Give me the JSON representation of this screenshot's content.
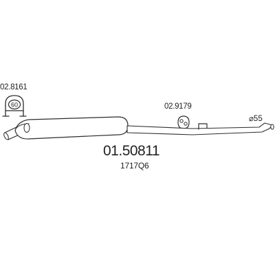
{
  "parts": {
    "clamp_code": "02.8161",
    "clamp_size": "60",
    "hanger_code": "02.9179",
    "pipe_diameter": "⌀55",
    "part_number": "01.50811",
    "oem_code": "1717Q6"
  },
  "colors": {
    "line": "#2b2b2b",
    "fill": "#ffffff",
    "text": "#222222"
  }
}
